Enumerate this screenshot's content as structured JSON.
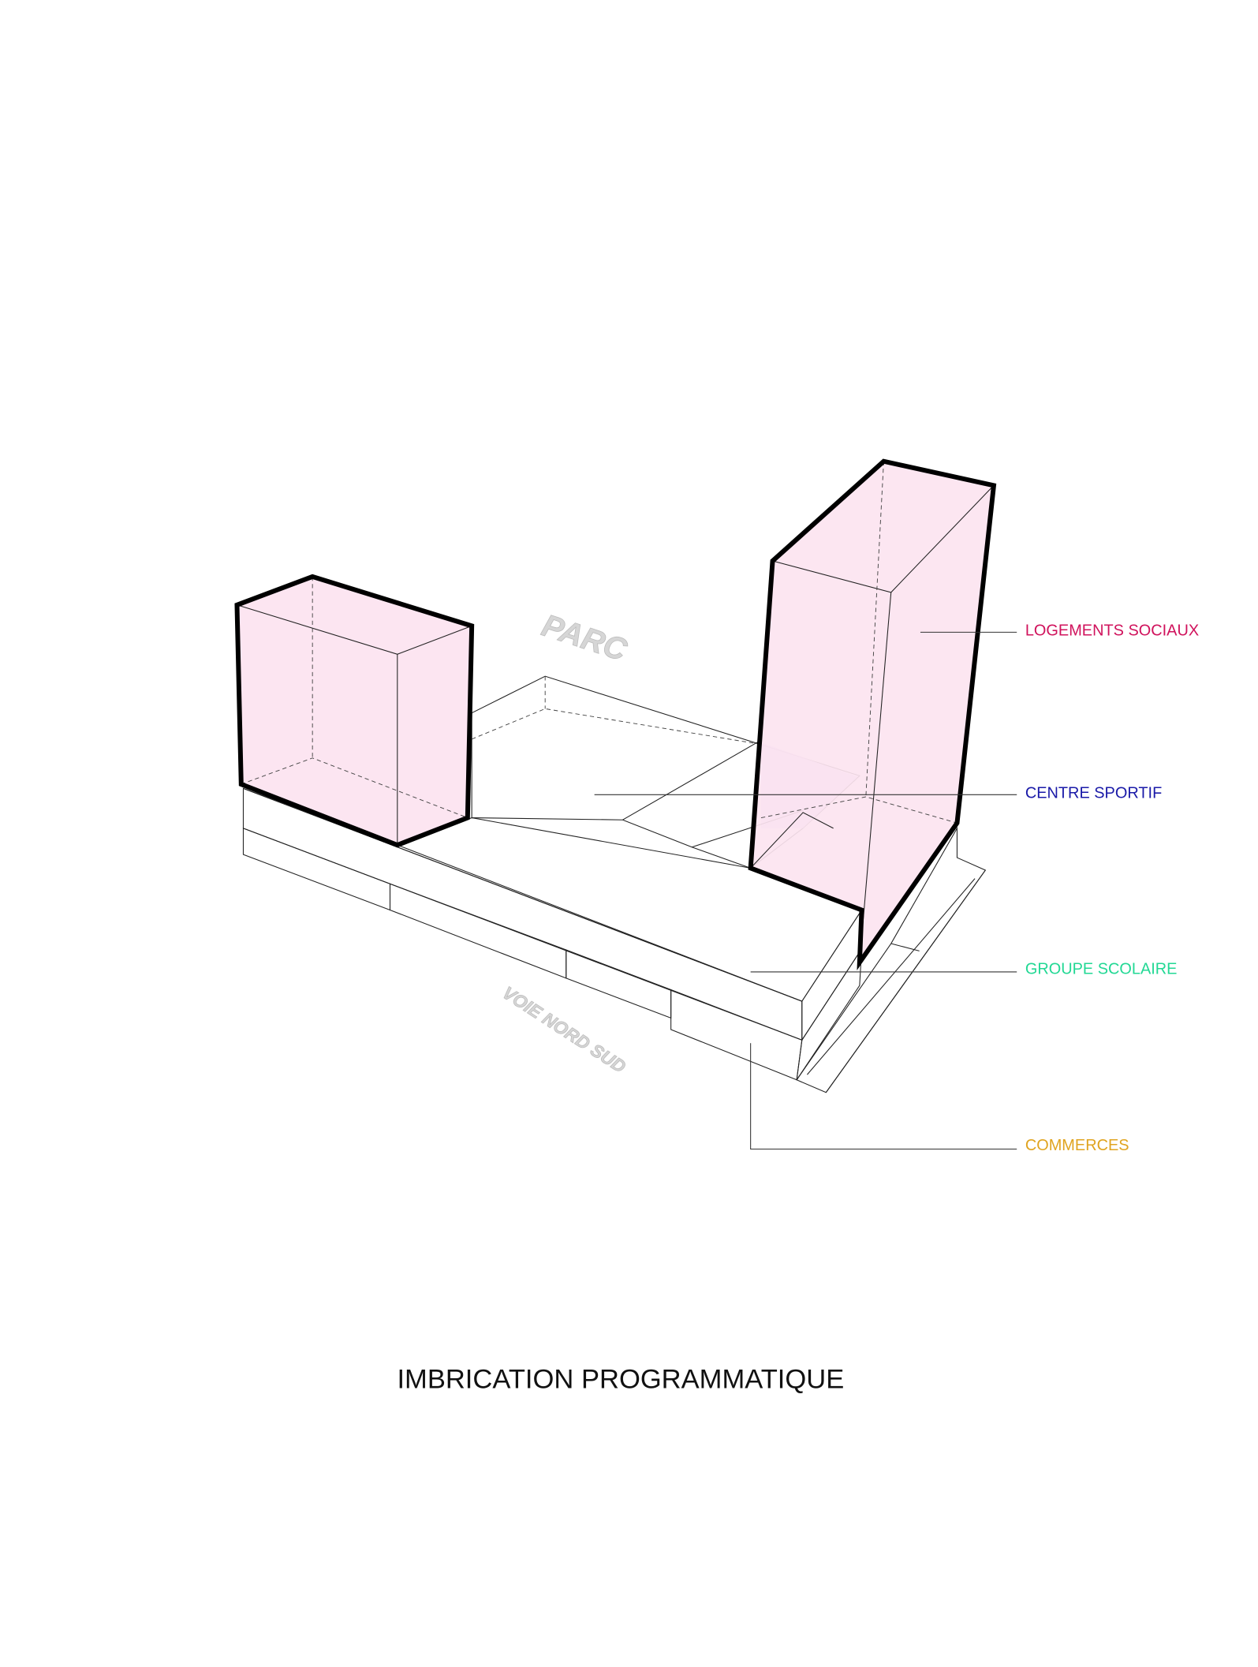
{
  "diagram": {
    "title": "IMBRICATION PROGRAMMATIQUE",
    "site_labels": {
      "north": "PARC",
      "street": "VOIE NORD SUD"
    },
    "legend": [
      {
        "label": "LOGEMENTS SOCIAUX",
        "color": "#d0125c",
        "fill": "#fce4f0"
      },
      {
        "label": "CENTRE SPORTIF",
        "color": "#1a1aa8",
        "fill": "#d9d9fb"
      },
      {
        "label": "GROUPE SCOLAIRE",
        "color": "#22d894",
        "fill": "#f2fdfa"
      },
      {
        "label": "COMMERCES",
        "color": "#e0a420",
        "fill": "#fbf6b4"
      }
    ]
  }
}
